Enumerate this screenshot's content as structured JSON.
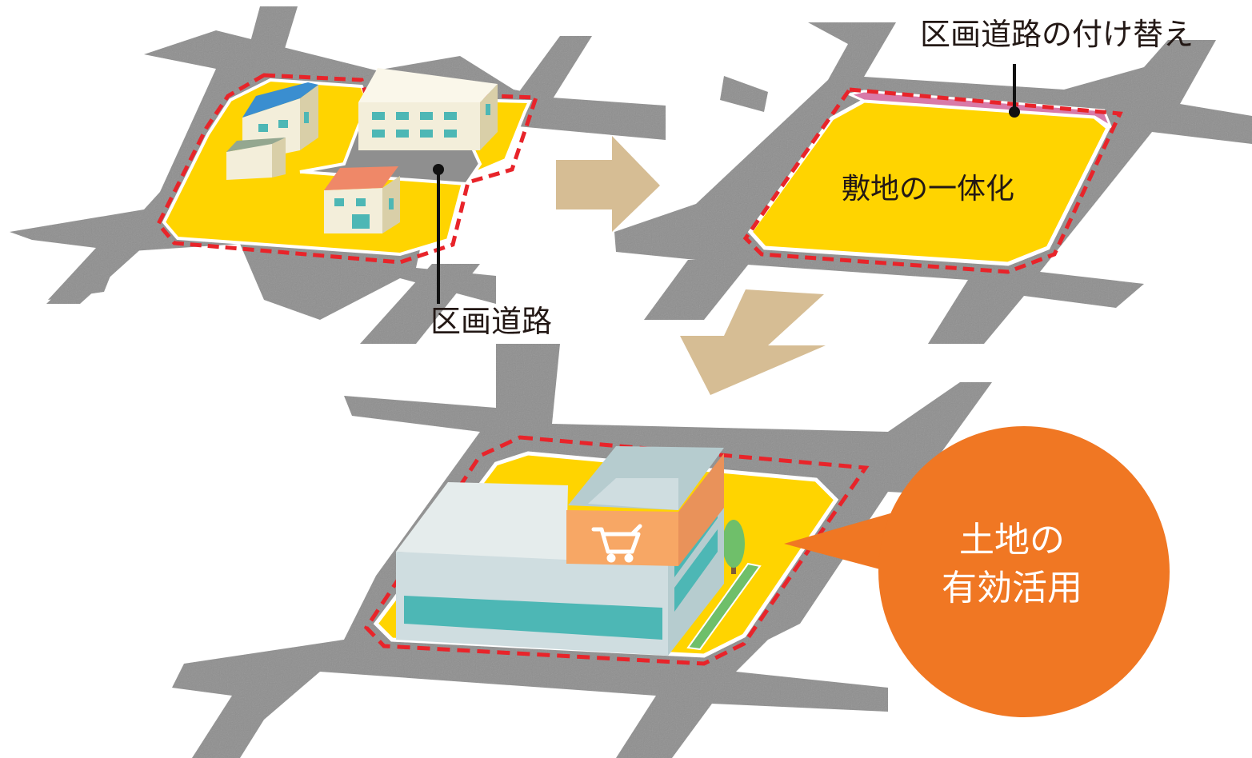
{
  "labels": {
    "road_replacement": "区画道路の付け替え",
    "site_integration": "敷地の一体化",
    "block_road": "区画道路",
    "effective_use_line1": "土地の",
    "effective_use_line2": "有効活用"
  },
  "icons": {
    "cart": "shopping-cart-icon"
  },
  "colors": {
    "road": "#8f8f8f",
    "site": "#ffd400",
    "boundary": "#e8242a",
    "arrow": "#d6bd94",
    "bubble": "#f07723",
    "replaced_road": "#d87aa8",
    "teal": "#4db7b5",
    "store_orange": "#f7a765"
  }
}
